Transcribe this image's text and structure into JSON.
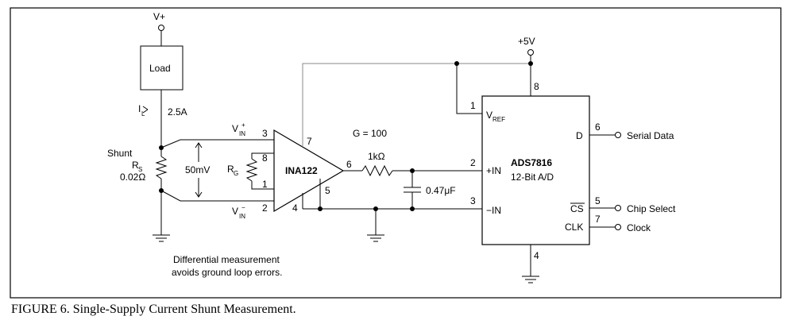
{
  "caption": "FIGURE 6. Single-Supply Current Shunt Measurement.",
  "supply_top": "V+",
  "load": "Load",
  "current": {
    "symbol": "I",
    "sub": "L",
    "value": "2.5A"
  },
  "shunt": {
    "name": "Shunt",
    "symbol": "R",
    "sub": "S",
    "value": "0.02Ω"
  },
  "voltage_drop": "50mV",
  "inamp": {
    "name": "INA122",
    "gain": "G = 100",
    "rg_symbol": "R",
    "rg_sub": "G",
    "vin_plus": {
      "symbol": "V",
      "sub": "IN",
      "sup": "+"
    },
    "vin_minus": {
      "symbol": "V",
      "sub": "IN",
      "sup": "−"
    },
    "pins": {
      "p3": "3",
      "p2": "2",
      "p8": "8",
      "p1": "1",
      "p7": "7",
      "p6": "6",
      "p5": "5",
      "p4": "4"
    }
  },
  "resistor": "1kΩ",
  "capacitor": "0.47μF",
  "supply_5v": "+5V",
  "adc": {
    "name": "ADS7816",
    "desc": "12-Bit A/D",
    "vref_symbol": "V",
    "vref_sub": "REF",
    "in_plus": "+IN",
    "in_minus": "−IN",
    "d": "D",
    "cs": "CS",
    "clk": "CLK",
    "pins": {
      "p8": "8",
      "p1": "1",
      "p2": "2",
      "p3": "3",
      "p6": "6",
      "p5": "5",
      "p7": "7",
      "p4": "4"
    }
  },
  "outputs": {
    "serial": "Serial Data",
    "chip_select": "Chip Select",
    "clock": "Clock"
  },
  "note": {
    "line1": "Differential measurement",
    "line2": "avoids ground loop errors."
  }
}
